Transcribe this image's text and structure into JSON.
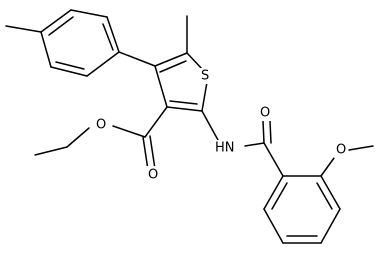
{
  "molecule": {
    "atoms": {
      "sulfur": "S",
      "ester_carbonyl_oxygen": "O",
      "ester_ether_oxygen": "O",
      "amide_nh": "HN",
      "amide_oxygen": "O",
      "methoxy_oxygen": "O"
    }
  }
}
